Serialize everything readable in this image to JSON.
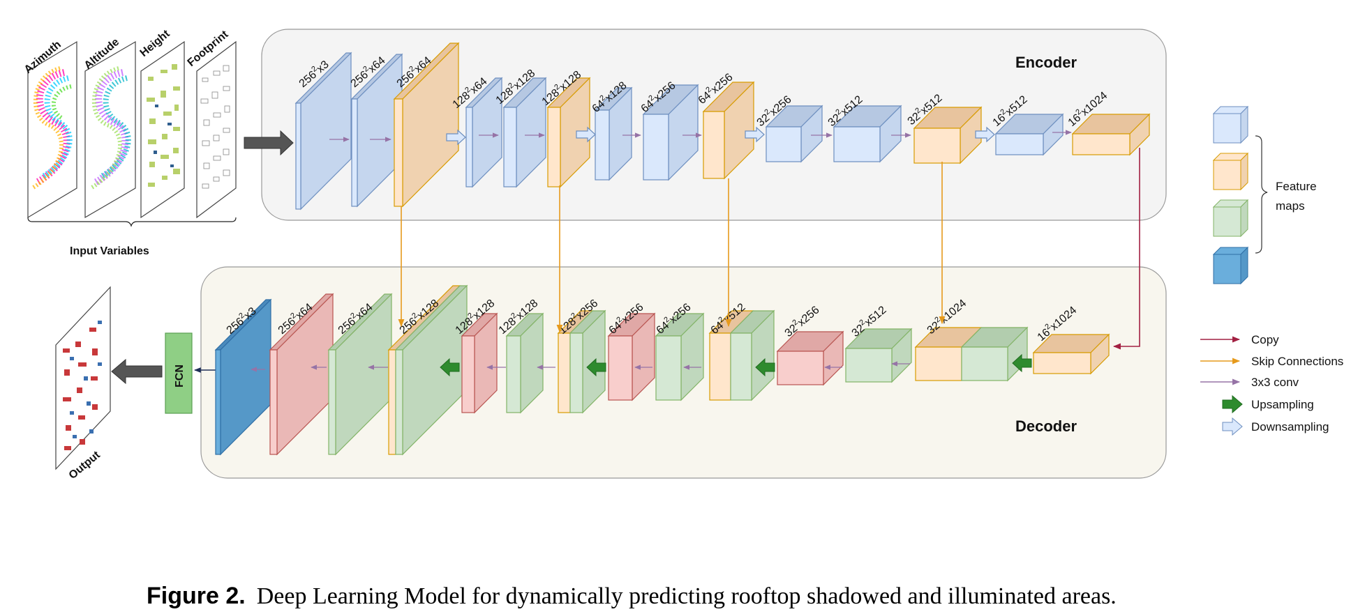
{
  "input_labels": [
    "Azimuth",
    "Altitude",
    "Height",
    "Footprint"
  ],
  "input_group_label": "Input Variables",
  "output_label": "Output",
  "fcn_label": "FCN",
  "encoder_title": "Encoder",
  "decoder_title": "Decoder",
  "encoder_layers": [
    {
      "base": "256",
      "sup": "2",
      "rest": "x3",
      "color": "blue"
    },
    {
      "base": "256",
      "sup": "2",
      "rest": "x64",
      "color": "blue"
    },
    {
      "base": "256",
      "sup": "2",
      "rest": "x64",
      "color": "orange"
    },
    {
      "base": "128",
      "sup": "2",
      "rest": "x64",
      "color": "blue"
    },
    {
      "base": "128",
      "sup": "2",
      "rest": "x128",
      "color": "blue"
    },
    {
      "base": "128",
      "sup": "2",
      "rest": "x128",
      "color": "orange"
    },
    {
      "base": "64",
      "sup": "2",
      "rest": "x128",
      "color": "blue"
    },
    {
      "base": "64",
      "sup": "2",
      "rest": "x256",
      "color": "blue"
    },
    {
      "base": "64",
      "sup": "2",
      "rest": "x256",
      "color": "orange"
    },
    {
      "base": "32",
      "sup": "2",
      "rest": "x256",
      "color": "blue"
    },
    {
      "base": "32",
      "sup": "2",
      "rest": "x512",
      "color": "blue"
    },
    {
      "base": "32",
      "sup": "2",
      "rest": "x512",
      "color": "orange"
    },
    {
      "base": "16",
      "sup": "2",
      "rest": "x512",
      "color": "blue"
    },
    {
      "base": "16",
      "sup": "2",
      "rest": "x1024",
      "color": "orange"
    }
  ],
  "decoder_layers": [
    {
      "base": "256",
      "sup": "2",
      "rest": "x3",
      "color": "darkblue"
    },
    {
      "base": "256",
      "sup": "2",
      "rest": "x64",
      "color": "red"
    },
    {
      "base": "256",
      "sup": "2",
      "rest": "x64",
      "color": "green"
    },
    {
      "base": "256",
      "sup": "2",
      "rest": "x128",
      "color": "orange+green"
    },
    {
      "base": "128",
      "sup": "2",
      "rest": "x128",
      "color": "red"
    },
    {
      "base": "128",
      "sup": "2",
      "rest": "x128",
      "color": "green"
    },
    {
      "base": "128",
      "sup": "2",
      "rest": "x256",
      "color": "orange+green"
    },
    {
      "base": "64",
      "sup": "2",
      "rest": "x256",
      "color": "red"
    },
    {
      "base": "64",
      "sup": "2",
      "rest": "x256",
      "color": "green"
    },
    {
      "base": "64",
      "sup": "2",
      "rest": "x512",
      "color": "orange+green"
    },
    {
      "base": "32",
      "sup": "2",
      "rest": "x256",
      "color": "red"
    },
    {
      "base": "32",
      "sup": "2",
      "rest": "x512",
      "color": "green"
    },
    {
      "base": "32",
      "sup": "2",
      "rest": "x1024",
      "color": "orange+green"
    },
    {
      "base": "16",
      "sup": "2",
      "rest": "x1024",
      "color": "orange"
    }
  ],
  "legend": {
    "feature_maps": "Feature maps",
    "items": [
      "Copy",
      "Skip Connections",
      "3x3 conv",
      "Upsampling",
      "Downsampling"
    ]
  },
  "colors": {
    "blue": "#dae8fc",
    "blue_stroke": "#6c8ebf",
    "orange": "#ffe6cc",
    "orange_stroke": "#d79b00",
    "green": "#d5e8d4",
    "green_stroke": "#82b366",
    "red": "#f8cecc",
    "red_stroke": "#b85450",
    "darkblue": "#6aaedc",
    "darkblue_stroke": "#2f6ea5",
    "copy": "#a22042",
    "skip": "#e69a1c",
    "conv": "#9673a6",
    "upsampling": "#2e8b2e",
    "downsampling": "#dae8fc",
    "fcn": "#8fcf85",
    "panel_encoder": "#f4f4f4",
    "panel_decoder": "#f8f6ee"
  },
  "caption": {
    "label": "Figure 2.",
    "text": "Deep Learning Model for dynamically predicting rooftop shadowed and illuminated areas."
  }
}
